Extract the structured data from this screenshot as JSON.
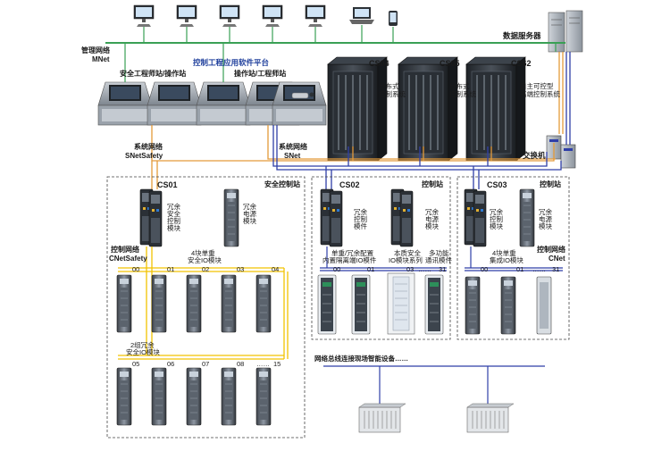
{
  "networks": {
    "mnet": "管理网络",
    "mnet_en": "MNet",
    "snet_safety": "系统网络",
    "snet_safety_en": "SNetSafety",
    "snet": "系统网络",
    "snet_en": "SNet",
    "cnet_safety": "控制网络",
    "cnet_safety_en": "CNetSafety",
    "cnet": "控制网络",
    "cnet_en": "CNet",
    "fieldbus_note": "网络总线连接现场智能设备……"
  },
  "servers": {
    "label": "数据服务器"
  },
  "software_platform": "控制工程应用软件平台",
  "stations": {
    "safety_engineer": "安全工程师站/操作站",
    "operator": "操作站/工程师站"
  },
  "cabinets": [
    {
      "id": "CS04",
      "desc_line1": "分布式",
      "desc_line2": "控制系统"
    },
    {
      "id": "CS05",
      "desc_line1": "分布式",
      "desc_line2": "控制系统"
    },
    {
      "id": "CS62",
      "desc_line1": "自主可控型",
      "desc_line2": "高端控制系统"
    }
  ],
  "switch_label": "交换机",
  "cs01": {
    "id": "CS01",
    "station_type": "安全控制站",
    "ctrl_l1": "冗余",
    "ctrl_l2": "安全",
    "ctrl_l3": "控制",
    "ctrl_l4": "模块",
    "pwr_l1": "冗余",
    "pwr_l2": "电源",
    "pwr_l3": "模块",
    "io_note_l1": "4块单重",
    "io_note_l2": "安全IO模块",
    "io_note2_l1": "2组冗余",
    "io_note2_l2": "安全IO模块",
    "slots_row1": [
      "00",
      "01",
      "02",
      "03",
      "04"
    ],
    "slots_row2": [
      "05",
      "06",
      "07",
      "08",
      "……",
      "15"
    ]
  },
  "cs02": {
    "id": "CS02",
    "station_type": "控制站",
    "ctrl_l1": "冗余",
    "ctrl_l2": "控制",
    "ctrl_l3": "模件",
    "pwr_l1": "冗余",
    "pwr_l2": "电源",
    "pwr_l3": "模块",
    "note_a_l1": "单重/冗余配置",
    "note_a_l2": "内置隔离端IO模件",
    "note_b_l1": "本质安全",
    "note_b_l2": "IO模块系列",
    "note_c_l1": "多功能",
    "note_c_l2": "通讯模件",
    "slots": [
      "00",
      "01",
      "03",
      "……",
      "31"
    ]
  },
  "cs03": {
    "id": "CS03",
    "station_type": "控制站",
    "ctrl_l1": "冗余",
    "ctrl_l2": "控制",
    "ctrl_l3": "模块",
    "pwr_l1": "冗余",
    "pwr_l2": "电源",
    "pwr_l3": "模块",
    "io_note_l1": "4块单重",
    "io_note_l2": "集成IO模块",
    "slots": [
      "00",
      "01",
      "……",
      "31"
    ]
  },
  "colors": {
    "mnet": "#3aa055",
    "orange_net": "#e39a3a",
    "blue_net": "#2f3fa8",
    "yellow_bus": "#f2c200",
    "dash_box": "#444444"
  }
}
